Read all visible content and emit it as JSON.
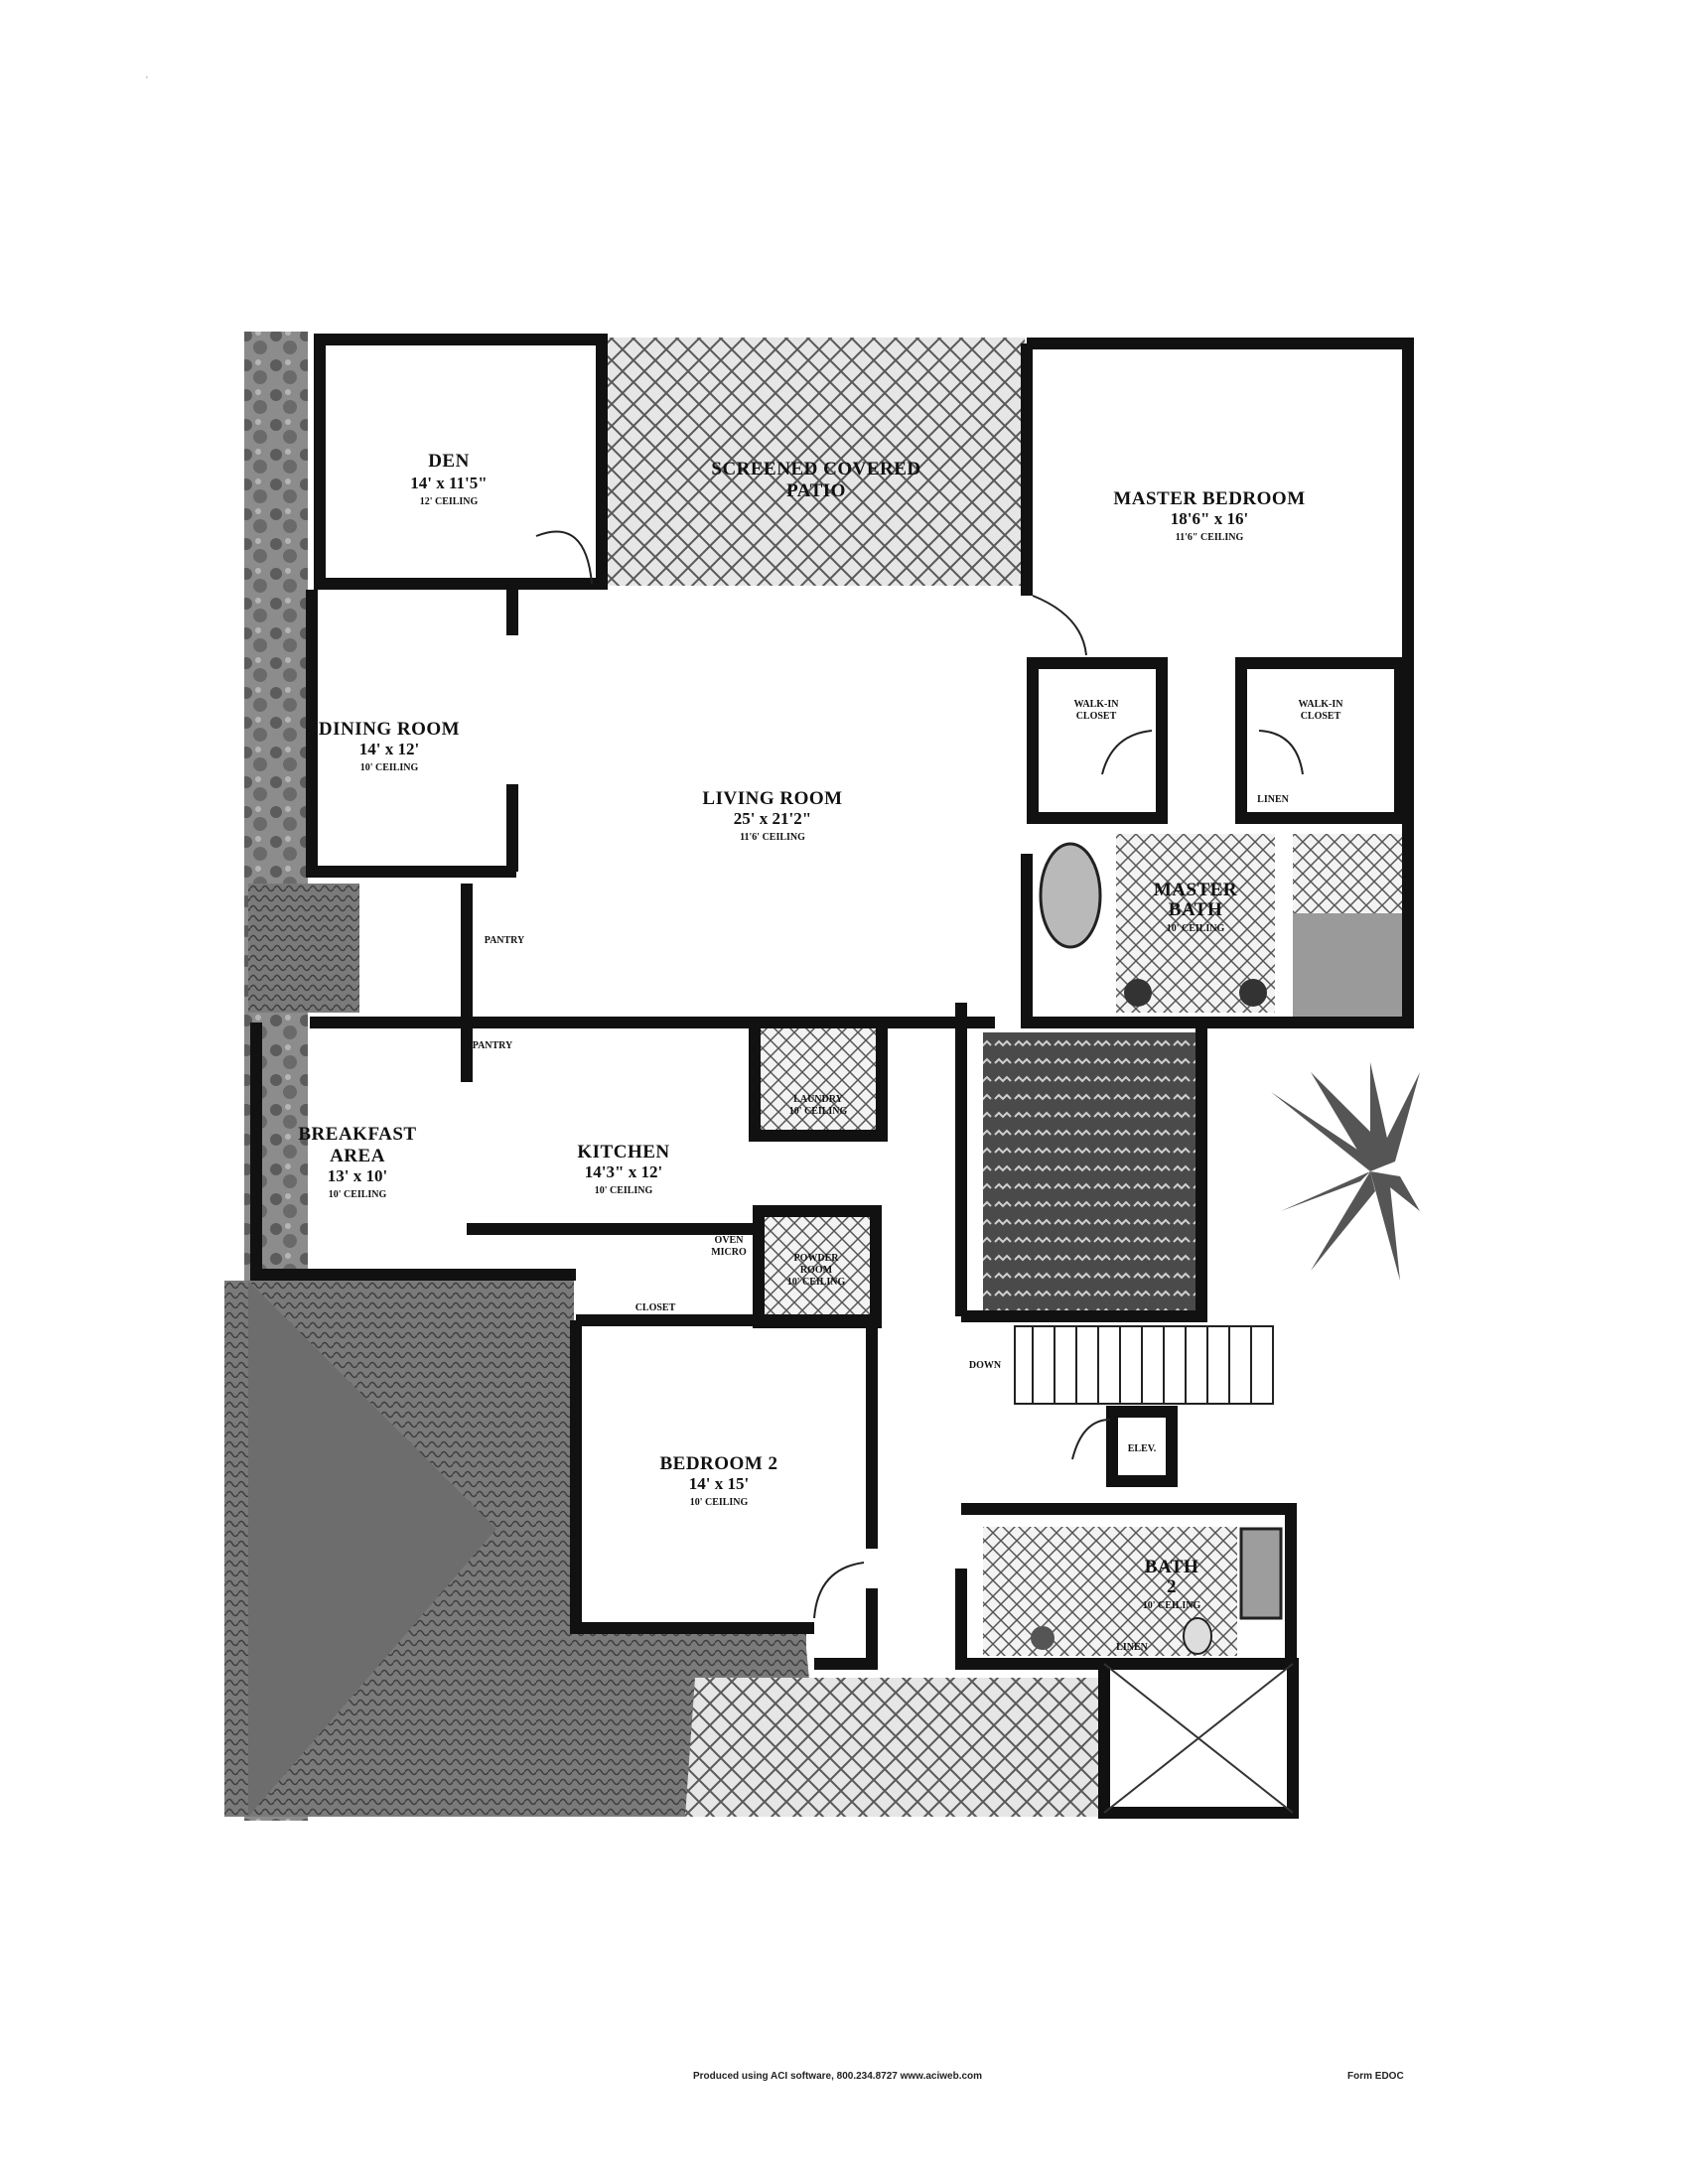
{
  "rooms": {
    "den": {
      "name": "DEN",
      "dims": "14' x 11'5\"",
      "ceiling": "12' CEILING"
    },
    "patio": {
      "line1": "SCREENED COVERED",
      "line2": "PATIO"
    },
    "master_bedroom": {
      "name": "MASTER BEDROOM",
      "dims": "18'6\" x 16'",
      "ceiling": "11'6\" CEILING"
    },
    "dining_room": {
      "name": "DINING ROOM",
      "dims": "14' x 12'",
      "ceiling": "10' CEILING"
    },
    "living_room": {
      "name": "LIVING ROOM",
      "dims": "25' x 21'2\"",
      "ceiling": "11'6' CEILING"
    },
    "walk_in_closet_left": {
      "line1": "WALK-IN",
      "line2": "CLOSET"
    },
    "walk_in_closet_right": {
      "line1": "WALK-IN",
      "line2": "CLOSET"
    },
    "linen_master": "LINEN",
    "master_bath": {
      "line1": "MASTER",
      "line2": "BATH",
      "ceiling": "10' CEILING"
    },
    "pantry_1": "PANTRY",
    "pantry_2": "PANTRY",
    "breakfast": {
      "line1": "BREAKFAST",
      "line2": "AREA",
      "dims": "13' x 10'",
      "ceiling": "10' CEILING"
    },
    "kitchen": {
      "name": "KITCHEN",
      "dims": "14'3\" x 12'",
      "ceiling": "10' CEILING"
    },
    "laundry": {
      "line1": "LAUNDRY",
      "line2": "10' CEILING"
    },
    "powder_room": {
      "line1": "POWDER",
      "line2": "ROOM",
      "ceiling": "10' CEILING"
    },
    "oven": {
      "line1": "OVEN",
      "line2": "MICRO"
    },
    "closet": "CLOSET",
    "bedroom2": {
      "name": "BEDROOM 2",
      "dims": "14' x 15'",
      "ceiling": "10' CEILING"
    },
    "down": "DOWN",
    "elevator": "ELEV.",
    "bath2": {
      "line1": "BATH",
      "line2": "2",
      "ceiling": "10' CEILING"
    },
    "linen_bath2": "LINEN"
  },
  "footer": {
    "produced": "Produced using ACI software, 800.234.8727 www.aciweb.com",
    "form": "Form EDOC"
  }
}
